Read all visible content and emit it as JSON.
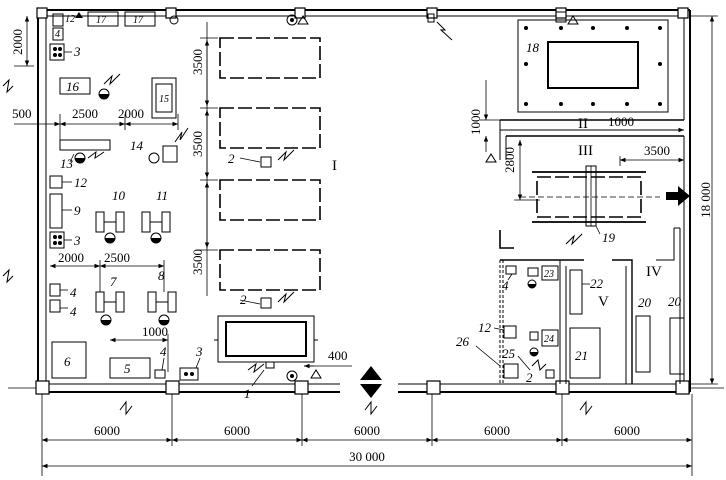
{
  "dimensions": {
    "bays": [
      "6000",
      "6000",
      "6000",
      "6000",
      "6000"
    ],
    "total": "30 000",
    "depth": "18 000",
    "left_2000": "2000",
    "left_500": "500",
    "left_2500": "2500",
    "left_2000b": "2000",
    "lower_2000": "2000",
    "lower_2500": "2500",
    "lower_1000": "1000",
    "dim_400": "400",
    "col_3500_a": "3500",
    "col_3500_b": "3500",
    "col_3500_c": "3500",
    "right_1000_v": "1000",
    "right_1000_h": "1000",
    "right_2800": "2800",
    "right_3500": "3500"
  },
  "rooms": {
    "I": "I",
    "II": "II",
    "III": "III",
    "IV": "IV",
    "V": "V"
  },
  "labels": {
    "n1": "1",
    "n2a": "2",
    "n2b": "2",
    "n2c": "2",
    "n3a": "3",
    "n3b": "3",
    "n3c": "3",
    "n4a": "4",
    "n4b": "4",
    "n4c": "4",
    "n4d": "4",
    "n4e": "4",
    "n5": "5",
    "n6": "6",
    "n7": "7",
    "n8": "8",
    "n9": "9",
    "n10": "10",
    "n11": "11",
    "n12a": "12",
    "n12b": "12",
    "n12c": "12",
    "n13": "13",
    "n14": "14",
    "n15": "15",
    "n16": "16",
    "n17a": "17",
    "n17b": "17",
    "n18": "18",
    "n19": "19",
    "n20a": "20",
    "n20b": "20",
    "n21": "21",
    "n22": "22",
    "n23": "23",
    "n24": "24",
    "n25": "25",
    "n26": "26"
  }
}
